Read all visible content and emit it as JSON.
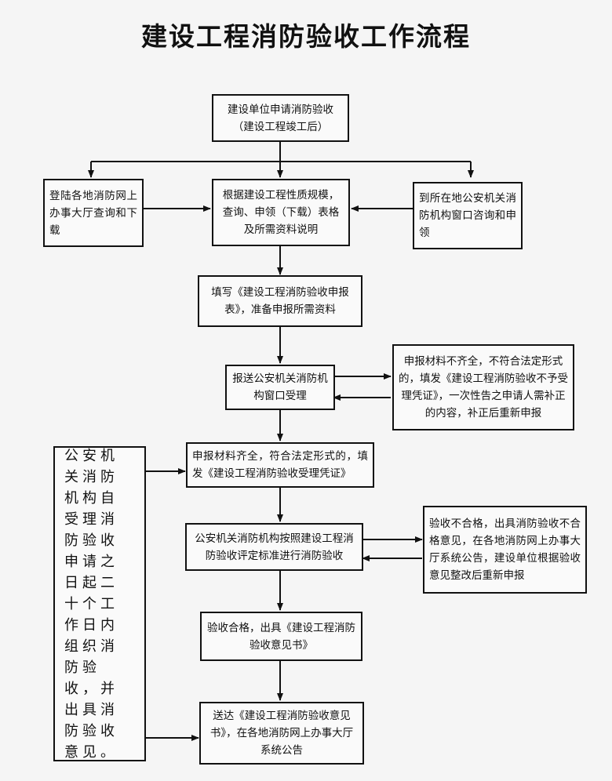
{
  "title": "建设工程消防验收工作流程",
  "steps": {
    "apply": "建设单位申请消防验收（建设工程竣工后）",
    "online_query": "登陆各地消防网上办事大厅查询和下载",
    "requirements": "根据建设工程性质规模，查询、申领（下载）表格及所需资料说明",
    "window_query": "到所在地公安机关消防机构窗口咨询和申领",
    "fill_form": "填写《建设工程消防验收申报表》，准备申报所需资料",
    "submit": "报送公安机关消防机构窗口受理",
    "incomplete": "申报材料不齐全，不符合法定形式的，填发《建设工程消防验收不予受理凭证》，一次性告之申请人需补正的内容，补正后重新申报",
    "accepted": "申报材料齐全，符合法定形式的，填发《建设工程消防验收受理凭证》",
    "inspect": "公安机关消防机构按照建设工程消防验收评定标准进行消防验收",
    "failed": "验收不合格，出具消防验收不合格意见，在各地消防网上办事大厅系统公告，建设单位根据验收意见整改后重新申报",
    "passed": "验收合格，出具《建设工程消防验收意见书》",
    "deliver": "送达《建设工程消防验收意见书》，在各地消防网上办事大厅系统公告",
    "deadline": "公安机关消防机构自受理消防验收申请之日起二十个工作日内组织消防验收，并出具消防验收意见。"
  }
}
